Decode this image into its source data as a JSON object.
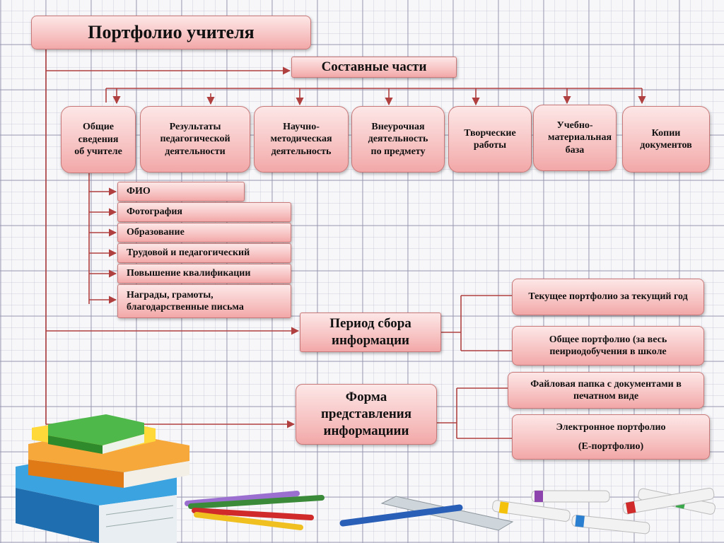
{
  "title": "Портфолио учителя",
  "components": {
    "header": "Составные части",
    "items": [
      "Общие сведения об учителе",
      "Результаты педагогической деятельности",
      "Научно-методическая деятельность",
      "Внеурочная деятельность по предмету",
      "Творческие работы",
      "Учебно-материальная база",
      "Копии документов"
    ]
  },
  "general_info": [
    "ФИО",
    "Фотография",
    "Образование",
    "Трудовой и педагогический",
    "Повышение квалификации",
    "Награды, грамоты, благодарственные письма"
  ],
  "period": {
    "label": "Период сбора информации",
    "options": [
      "Текущее портфолио за текущий год",
      "Общее портфолио (за весь пеириодобучения в школе"
    ]
  },
  "form": {
    "label": "Форма представления информациии",
    "options": [
      "Файловая папка с документами в печатном виде",
      "Электронное портфолио",
      "(Е-портфолио)"
    ]
  },
  "colors": {
    "box_fill": "#f6bcbc",
    "line": "#b04040",
    "box_border": "#c87878"
  }
}
